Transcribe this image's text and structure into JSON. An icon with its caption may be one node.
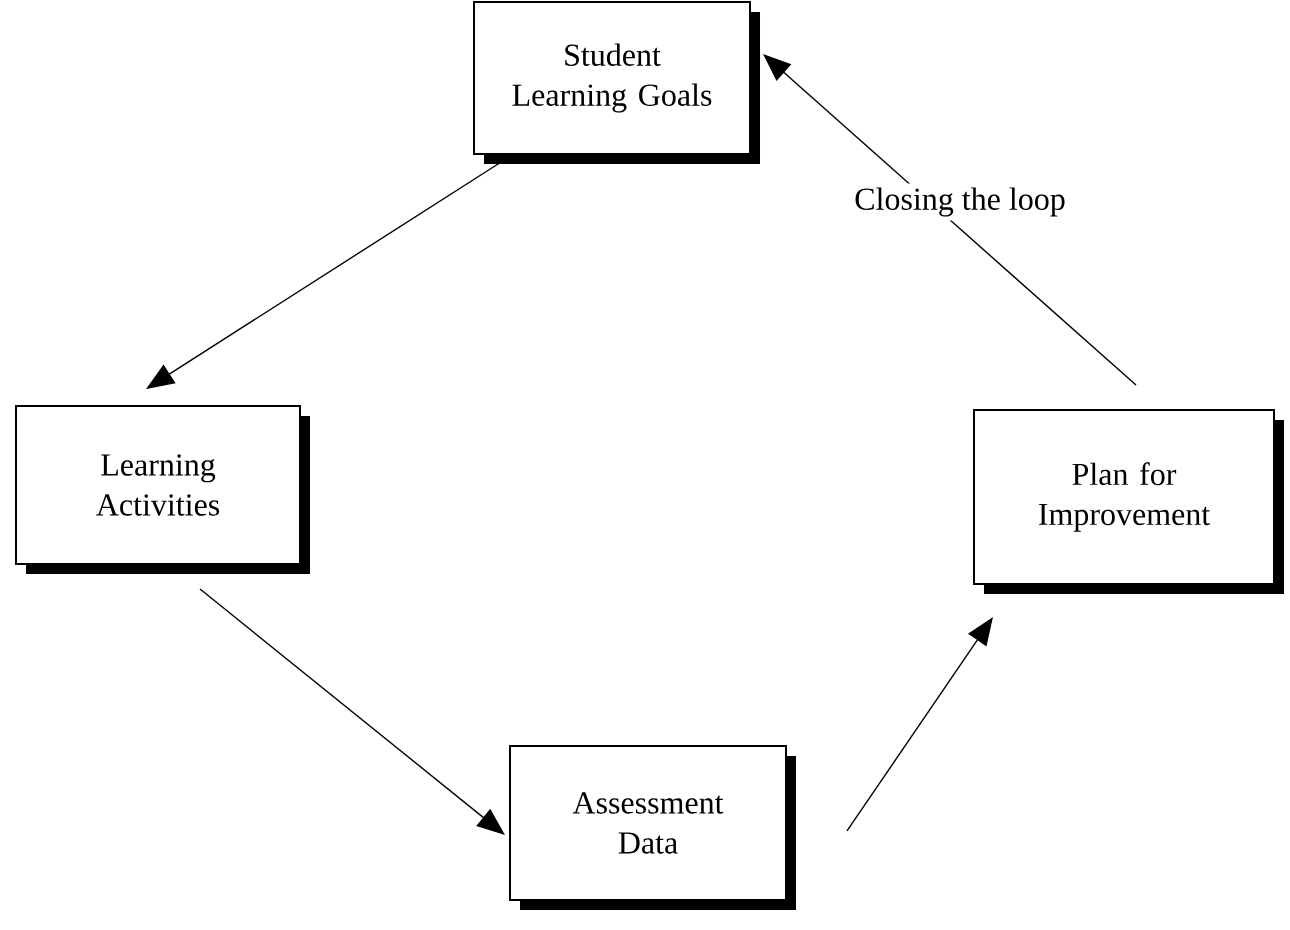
{
  "diagram": {
    "nodes": [
      {
        "text": [
          "Student Learning Goals"
        ]
      },
      {
        "text": [
          "Learning Activities"
        ]
      },
      {
        "text": [
          "Assessment Data"
        ]
      },
      {
        "text": [
          "Plan for Improvement"
        ]
      }
    ],
    "edges": [
      {
        "from": 0,
        "to": 1,
        "arrow": "to"
      },
      {
        "from": 1,
        "to": 2,
        "arrow": "to"
      },
      {
        "from": 2,
        "to": 3,
        "arrow": "to"
      },
      {
        "from": 3,
        "to": 0,
        "arrow": "to",
        "label": "Closing the loop"
      }
    ]
  }
}
